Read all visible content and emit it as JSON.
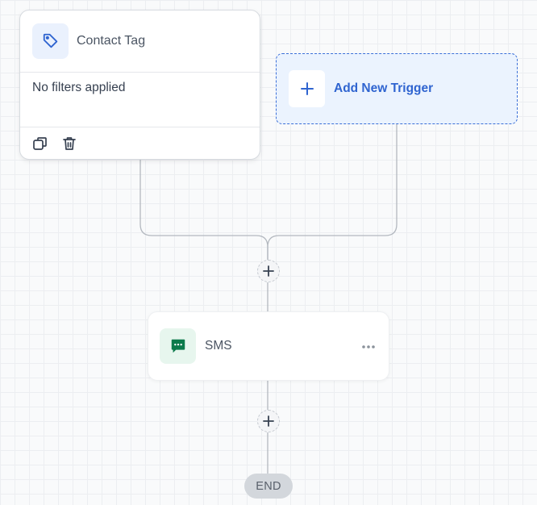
{
  "trigger": {
    "title": "Contact Tag",
    "icon": "tag-icon",
    "filters_text": "No filters applied",
    "actions": [
      "copy-icon",
      "trash-icon"
    ]
  },
  "add_trigger": {
    "label": "Add New Trigger",
    "icon": "plus-icon"
  },
  "action_step": {
    "label": "SMS",
    "icon": "sms-message-icon",
    "menu_icon": "more-horizontal-icon"
  },
  "end": {
    "label": "END"
  },
  "colors": {
    "accent_blue": "#2f64d0",
    "sms_green": "#0b7a4b",
    "connector": "#b3b8bf",
    "canvas_grid": "#eceef1"
  }
}
